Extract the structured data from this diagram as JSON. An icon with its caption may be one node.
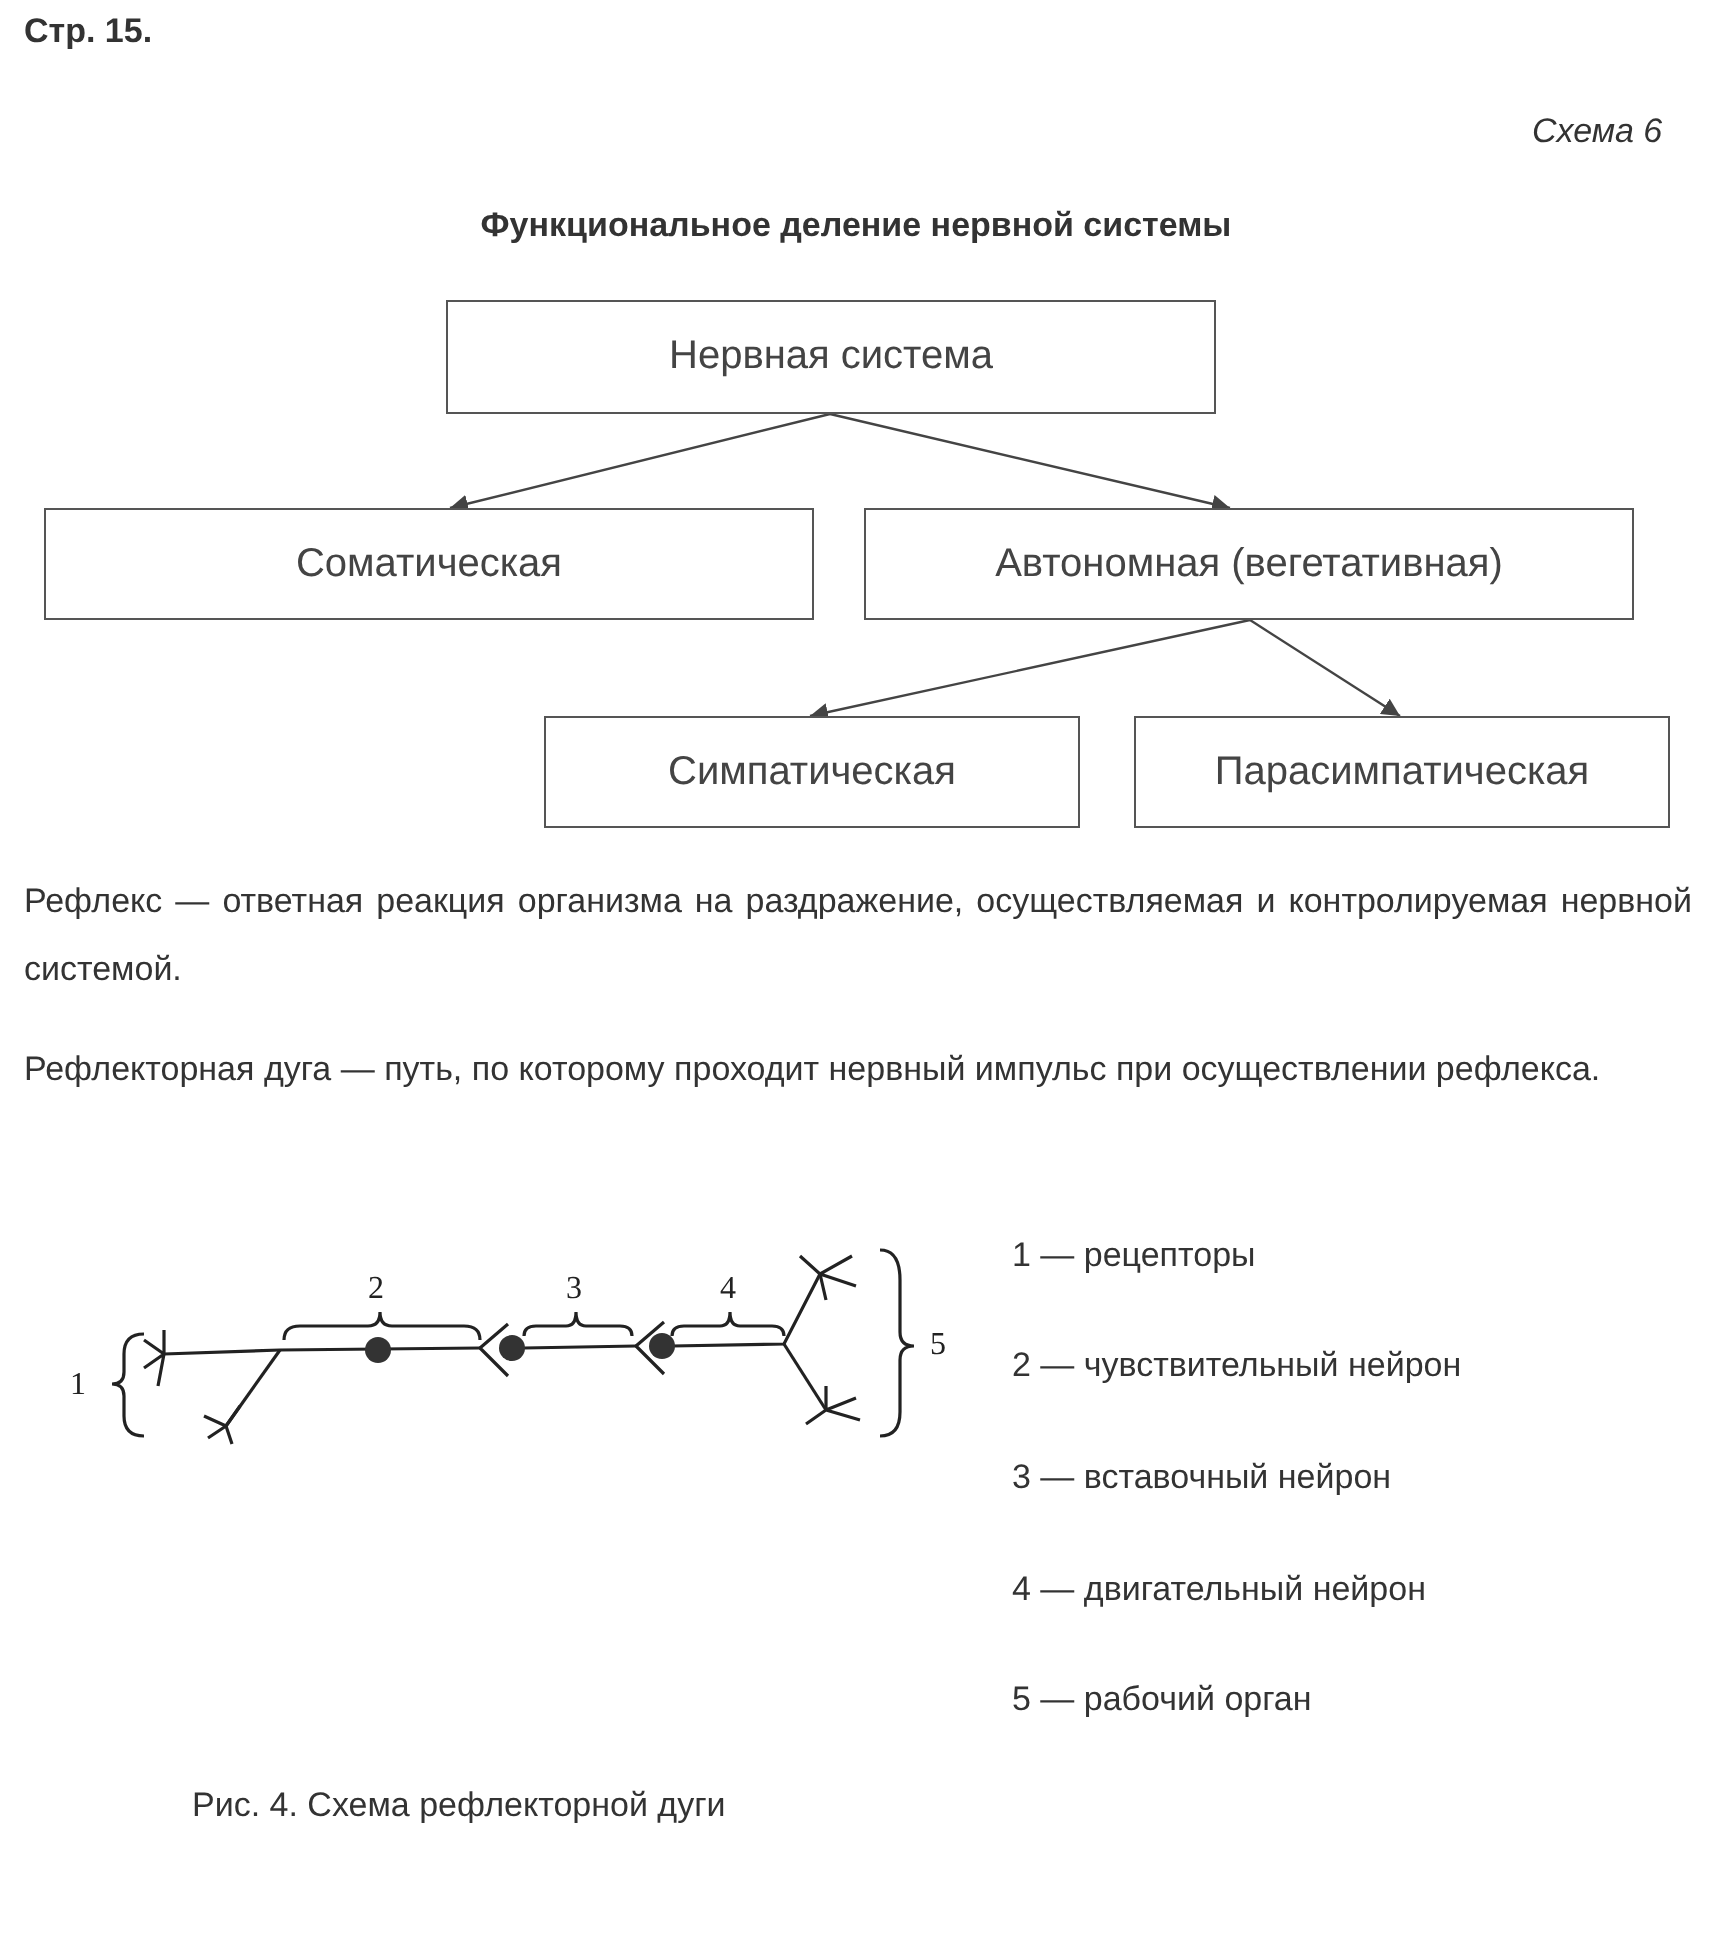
{
  "diagram": {
    "title": "Функциональное деление нервной системы",
    "caption": "Рис. 4. Схема рефлекторной дуги",
    "nodes": [
      {
        "text": [
          "Нервная система"
        ]
      },
      {
        "text": [
          "Соматическая"
        ]
      },
      {
        "text": [
          "Автономная (вегетативная)"
        ]
      },
      {
        "text": [
          "Симпатическая"
        ]
      },
      {
        "text": [
          "Парасимпатическая"
        ]
      }
    ],
    "edges": [
      {
        "from": 0,
        "to": 1,
        "arrow": "to"
      },
      {
        "from": 0,
        "to": 2,
        "arrow": "to"
      },
      {
        "from": 2,
        "to": 3,
        "arrow": "to"
      },
      {
        "from": 2,
        "to": 4,
        "arrow": "to"
      }
    ],
    "labels": [
      "Стр. 15.",
      "Схема 6",
      "Рефлекс — ответная реакция организма на раздражение, осуществляемая и контролируемая нервной системой.",
      "Рефлекторная дуга — путь, по которому проходит нервный импульс при осуществлении рефлекса.",
      "2",
      "3",
      "4",
      "1",
      "5",
      "1 — рецепторы",
      "2 — чувствительный нейрон",
      "3 — вставочный нейрон",
      "4 — двигательный нейрон",
      "5 — рабочий орган"
    ]
  }
}
